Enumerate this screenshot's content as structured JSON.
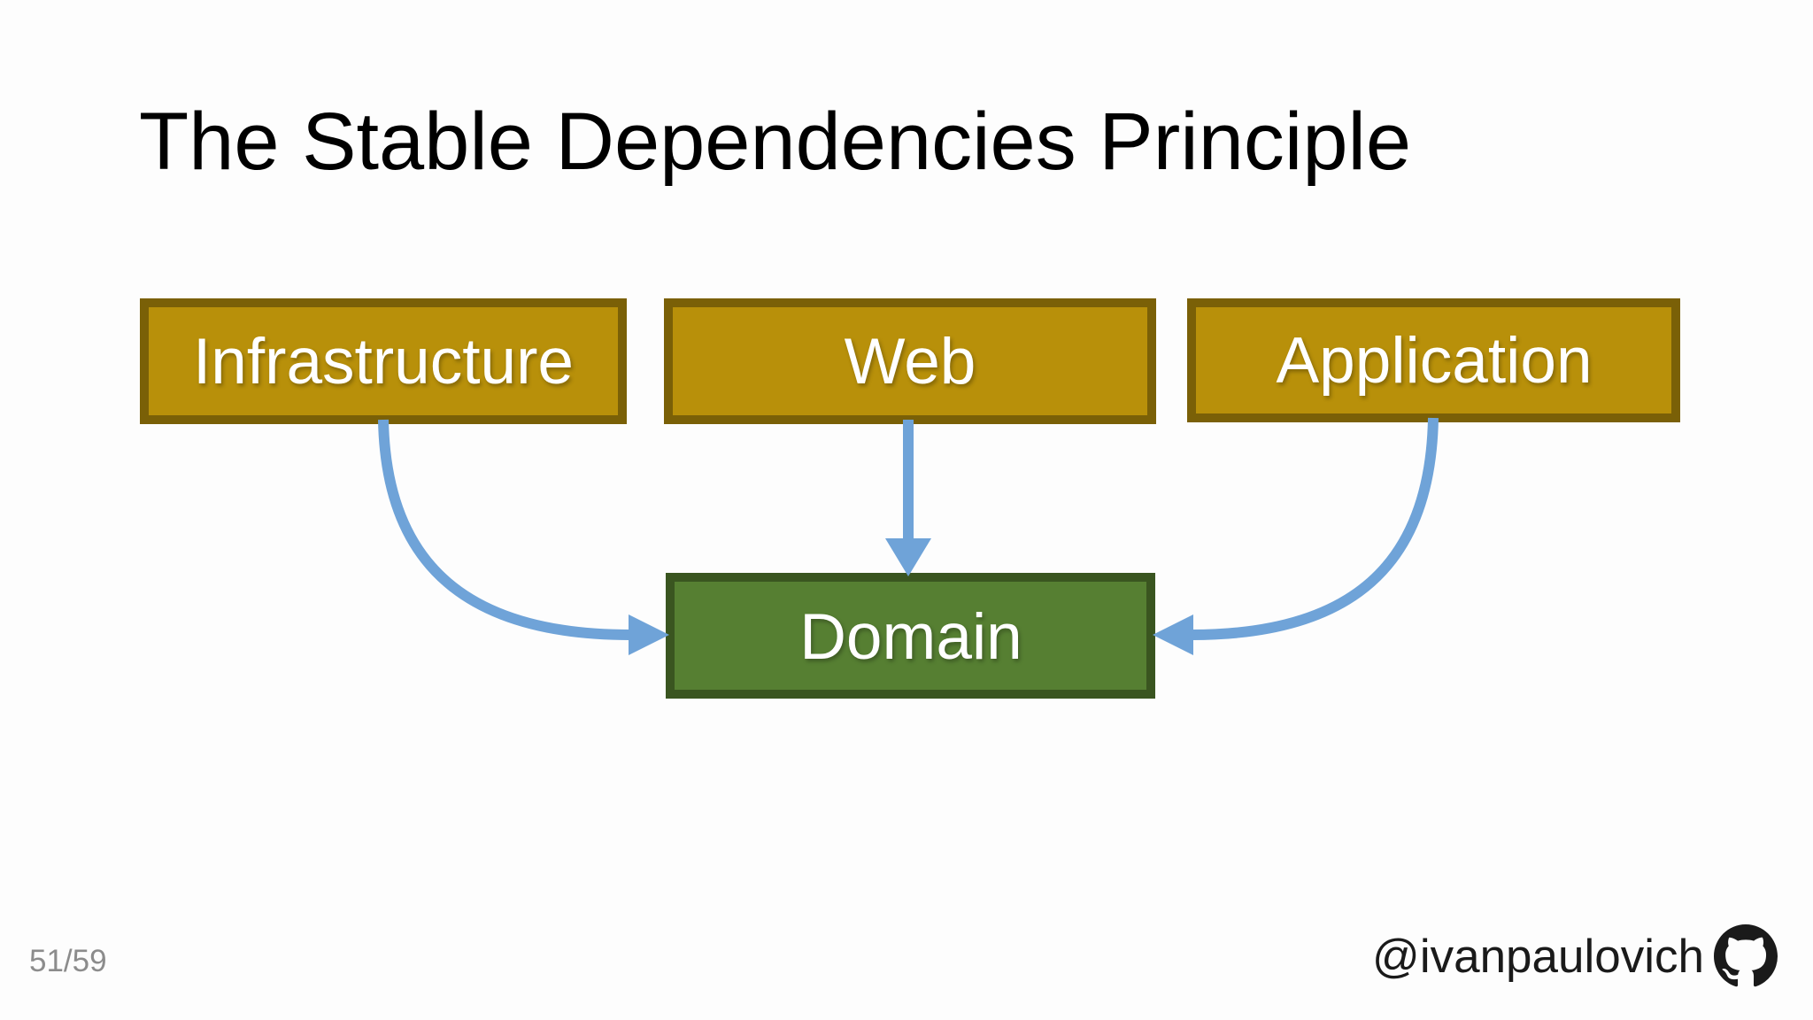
{
  "slide": {
    "title": "The Stable Dependencies Principle",
    "title_color": "#000000",
    "background": "#FDFDFD"
  },
  "diagram": {
    "arrow_color": "#6FA3D8",
    "nodes": [
      {
        "id": "infrastructure",
        "label": "Infrastructure",
        "fill": "#B8900A",
        "border": "#7A6007",
        "text_color": "#FFFFFF"
      },
      {
        "id": "web",
        "label": "Web",
        "fill": "#B8900A",
        "border": "#7A6007",
        "text_color": "#FFFFFF"
      },
      {
        "id": "application",
        "label": "Application",
        "fill": "#B8900A",
        "border": "#7A6007",
        "text_color": "#FFFFFF"
      },
      {
        "id": "domain",
        "label": "Domain",
        "fill": "#567F32",
        "border": "#3A5520",
        "text_color": "#FFFFFF"
      }
    ],
    "edges": [
      {
        "from": "Infrastructure",
        "to": "Domain",
        "style": "curved"
      },
      {
        "from": "Web",
        "to": "Domain",
        "style": "straight"
      },
      {
        "from": "Application",
        "to": "Domain",
        "style": "curved"
      }
    ]
  },
  "footer": {
    "page_indicator": "51/59",
    "page_indicator_color": "#8C8C8C",
    "attribution": "@ivanpaulovich",
    "attribution_color": "#1A1A1A",
    "github_icon": "github-logo",
    "github_icon_color": "#1A1A1A"
  }
}
